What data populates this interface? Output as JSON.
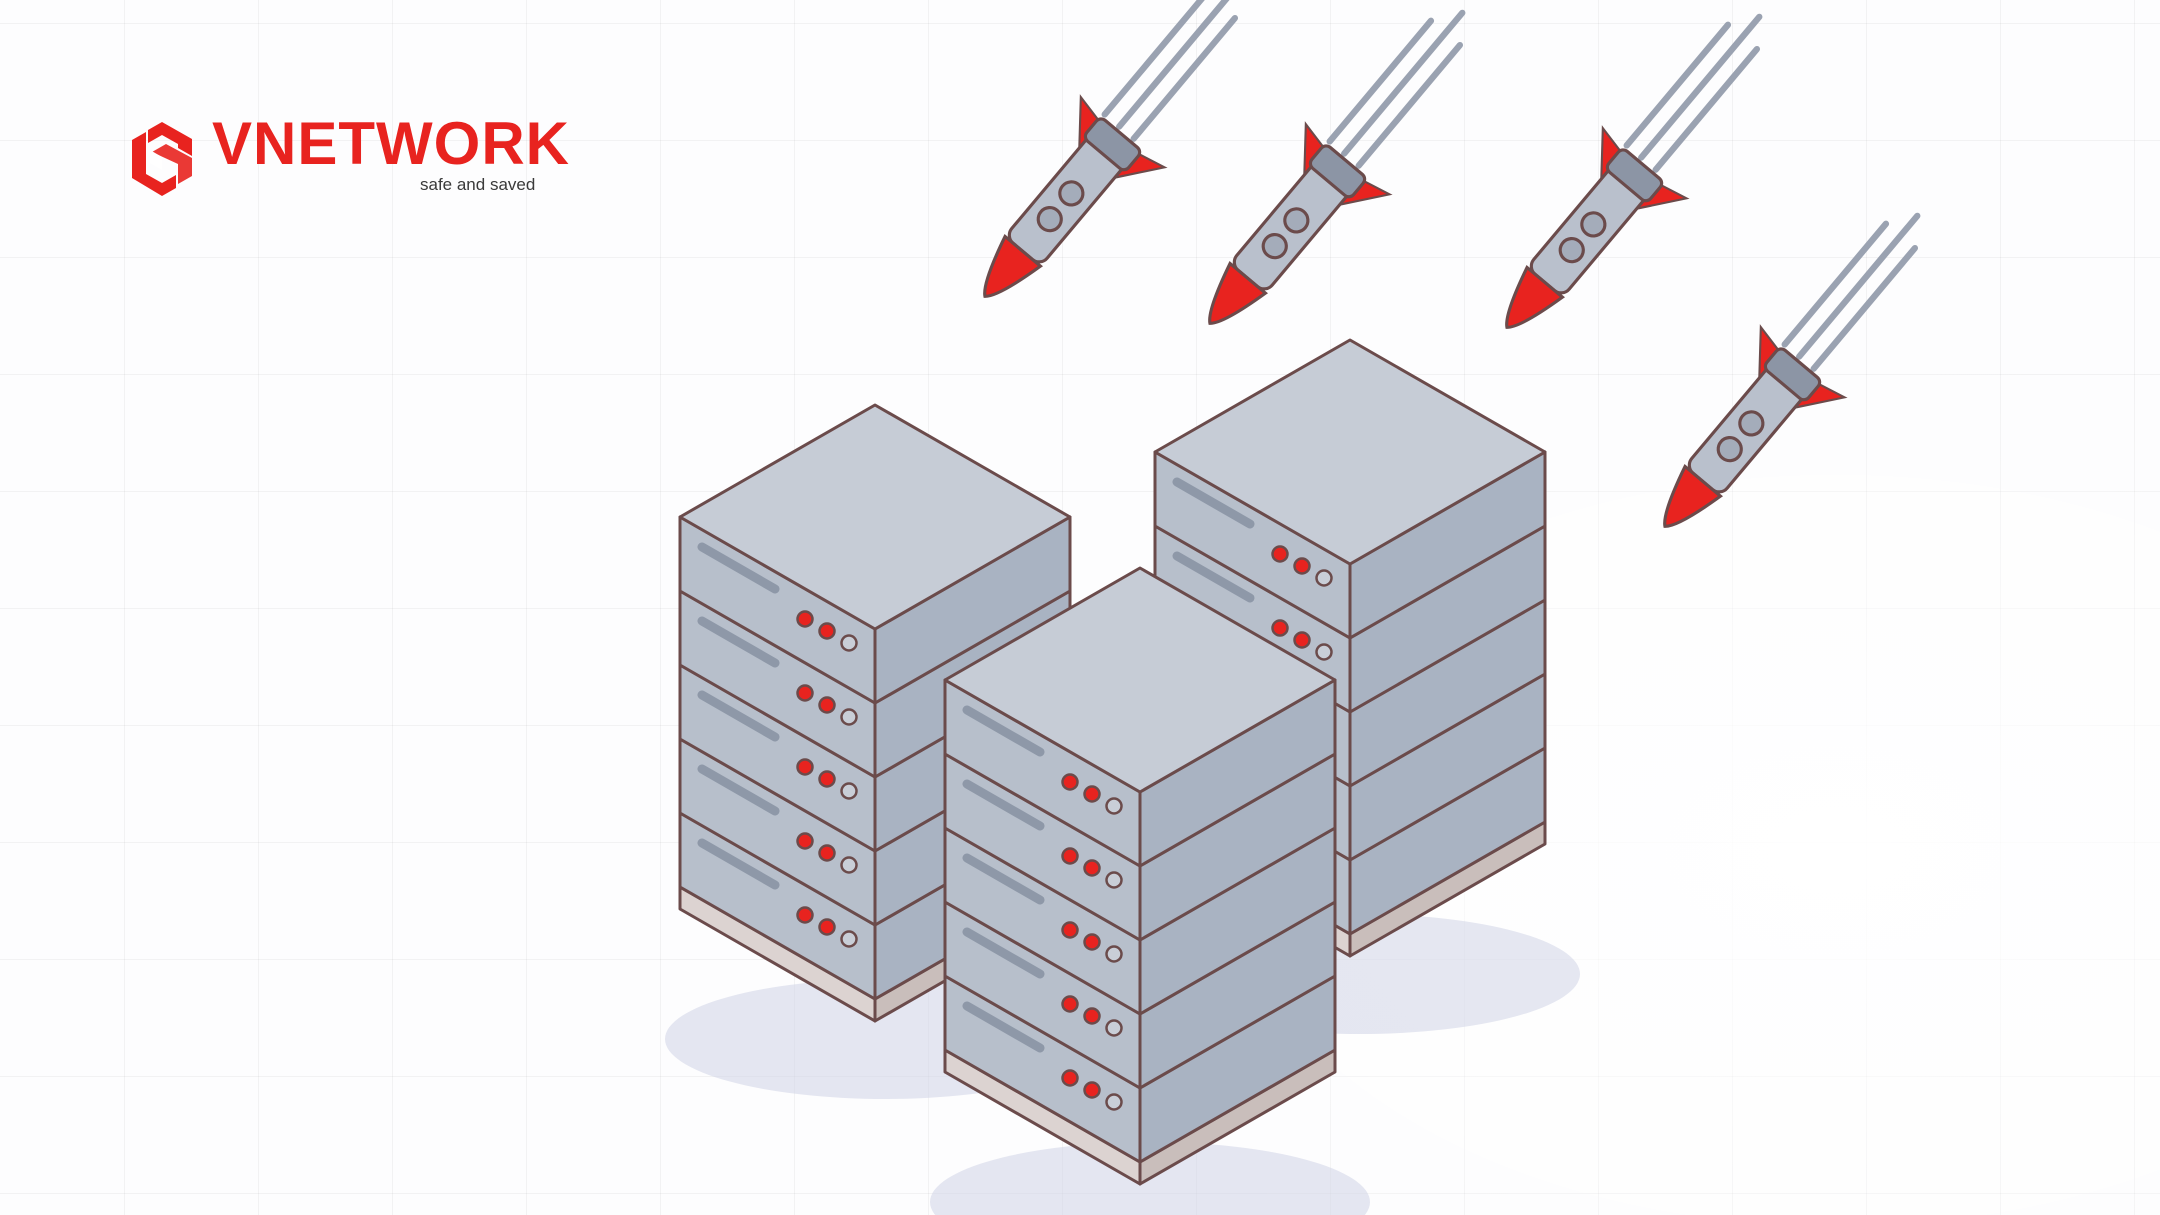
{
  "brand": {
    "name": "VNETWORK",
    "tagline": "safe and saved",
    "logo_icon": "vnetwork-cube-icon"
  },
  "illustration": {
    "server_stacks": 3,
    "rockets": 4,
    "icons": [
      "server-rack-icon",
      "rocket-icon"
    ]
  },
  "colors": {
    "accent": "#e8231f",
    "server_body": "#a9b3c2",
    "server_top": "#c6ccd6",
    "server_front": "#b7bfcb",
    "outline": "#6b4b4b",
    "rocket_body": "#b9c0cc",
    "base": "#dcd3d1"
  }
}
